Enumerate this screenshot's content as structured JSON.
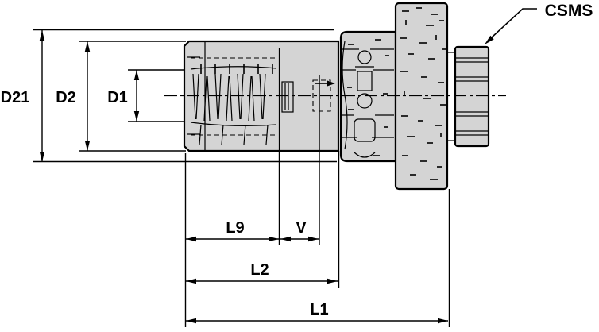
{
  "drawing": {
    "type_label": "tool-holder-side-view-technical-drawing",
    "connection_label": "CSMS",
    "labels": {
      "d21": "D21",
      "d2": "D2",
      "d1": "D1",
      "l9": "L9",
      "v": "V",
      "l2": "L2",
      "l1": "L1"
    },
    "colors": {
      "part_fill": "#d4d4d4",
      "line_color": "#000000",
      "background": "#ffffff"
    }
  }
}
